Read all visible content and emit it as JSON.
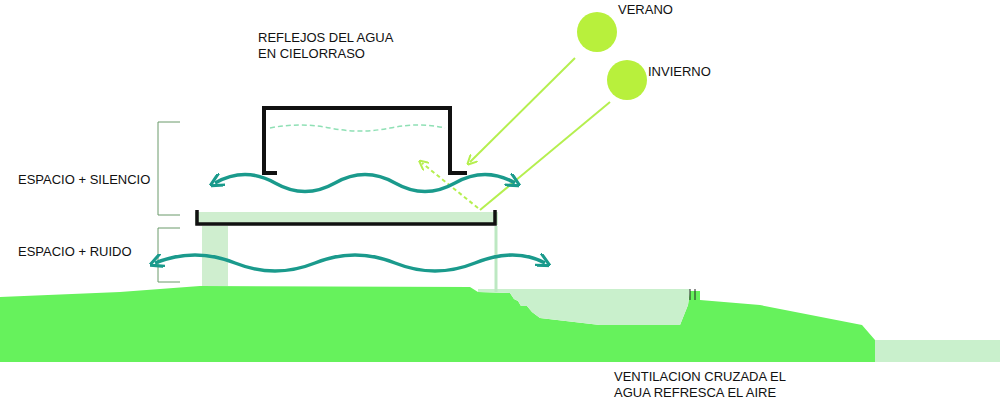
{
  "diagram": {
    "labels": [
      "REFLEJOS DEL AGUA EN CIELORRASO",
      "VERANO",
      "INVIERNO",
      "ESPACIO + SILENCIO",
      "ESPACIO + RUIDO",
      "VENTILACION CRUZADA EL AGUA REFRESCA EL AIRE"
    ]
  }
}
